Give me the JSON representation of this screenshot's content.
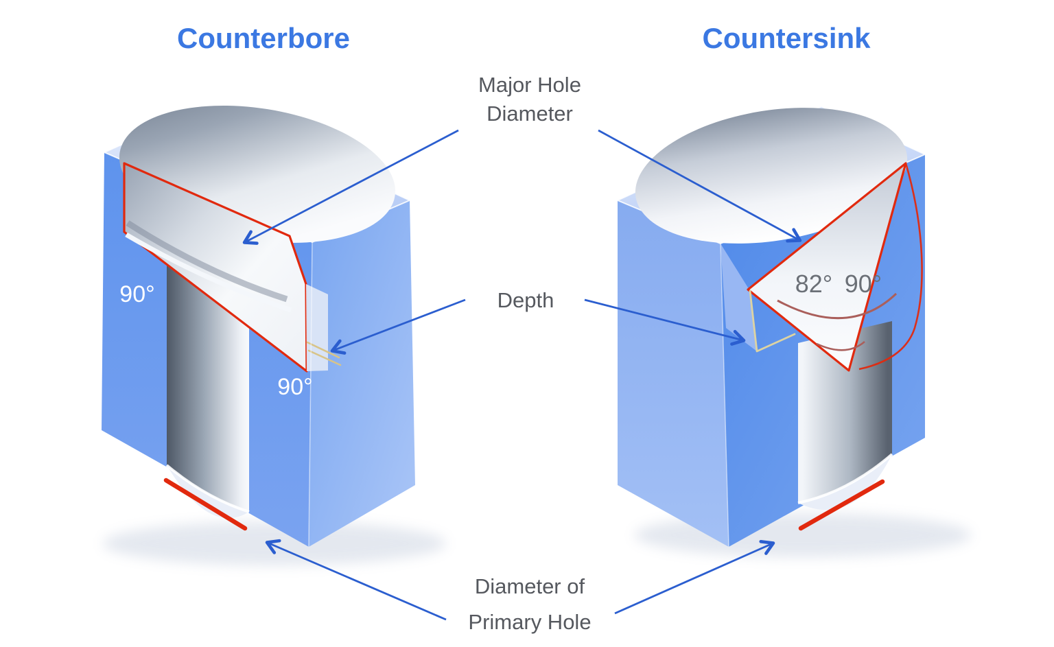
{
  "titles": {
    "counterbore": "Counterbore",
    "countersink": "Countersink"
  },
  "labels": {
    "major_hole_line1": "Major Hole",
    "major_hole_line2": "Diameter",
    "depth": "Depth",
    "primary_line1": "Diameter of",
    "primary_line2": "Primary Hole"
  },
  "angles": {
    "counterbore_outer": "90°",
    "counterbore_inner": "90°",
    "countersink_angle": "82°",
    "countersink_alt_angle": "90°"
  },
  "colors": {
    "title_blue": "#3b78e2",
    "label_gray": "#55585e",
    "arrow_blue": "#2b5ecf",
    "highlight_red": "#e1290e",
    "angle_arc_maroon": "#aa5f5b",
    "depth_mark_tan": "#d8c488",
    "block_blue_dark": "#548cea",
    "block_blue_light": "#8db0f2",
    "block_top_light": "#d6e2fa"
  }
}
